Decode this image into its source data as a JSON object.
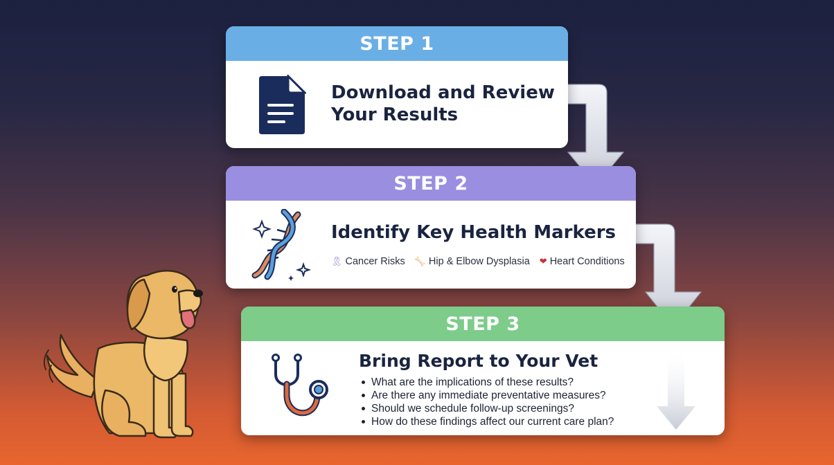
{
  "steps": [
    {
      "label": "STEP 1",
      "title_line1": "Download and Review",
      "title_line2": "Your Results",
      "icon": "document-icon",
      "header_color": "#6aaee6"
    },
    {
      "label": "STEP 2",
      "title": "Identify Key Health Markers",
      "icon": "dna-icon",
      "header_color": "#9a8ee0",
      "markers": [
        {
          "icon": "ribbon-icon",
          "glyph": "🎗",
          "label": "Cancer Risks"
        },
        {
          "icon": "bone-icon",
          "glyph": "🦴",
          "label": "Hip & Elbow Dysplasia"
        },
        {
          "icon": "heart-icon",
          "glyph": "❤",
          "label": "Heart Conditions"
        }
      ]
    },
    {
      "label": "STEP 3",
      "title": "Bring Report to Your Vet",
      "icon": "stethoscope-icon",
      "header_color": "#7dcc8a",
      "questions": [
        "What are the implications of these results?",
        "Are there any immediate preventative measures?",
        "Should we schedule follow-up screenings?",
        "How do these findings affect our current care plan?"
      ]
    }
  ],
  "colors": {
    "navy": "#1a2c5c",
    "arrow": "#e4e7ef",
    "dog": "#e8b060"
  }
}
